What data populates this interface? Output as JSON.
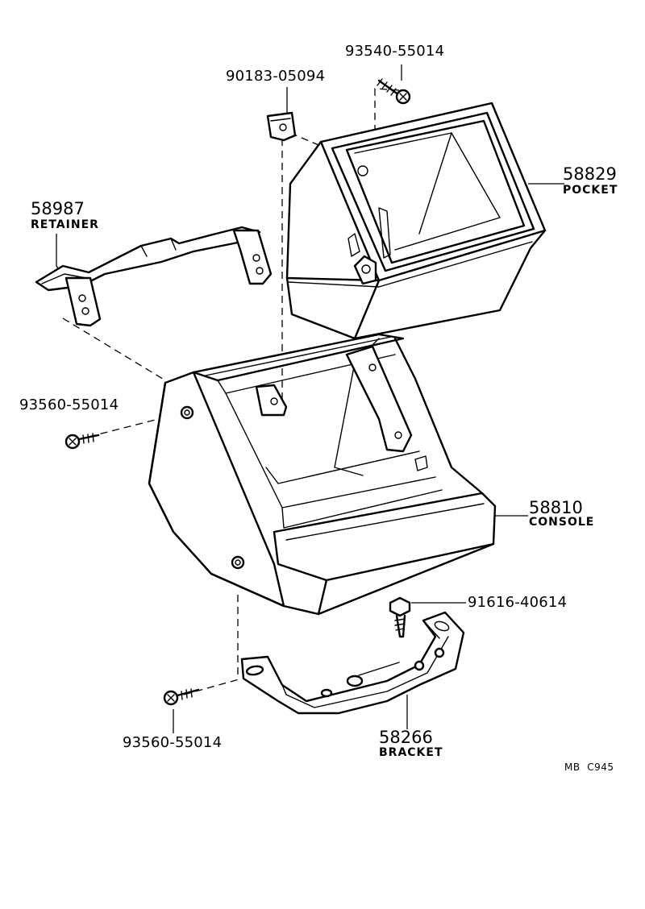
{
  "figure_code": "MB  C945",
  "parts": [
    {
      "id": "clip",
      "number": "90183-05094",
      "name": ""
    },
    {
      "id": "pocket-screw",
      "number": "93540-55014",
      "name": ""
    },
    {
      "id": "pocket",
      "number": "58829",
      "name": "POCKET"
    },
    {
      "id": "retainer",
      "number": "58987",
      "name": "RETAINER"
    },
    {
      "id": "console-screw",
      "number": "93560-55014",
      "name": ""
    },
    {
      "id": "console",
      "number": "58810",
      "name": "CONSOLE"
    },
    {
      "id": "bracket-bolt",
      "number": "91616-40614",
      "name": ""
    },
    {
      "id": "bracket-screw",
      "number": "93560-55014",
      "name": ""
    },
    {
      "id": "bracket",
      "number": "58266",
      "name": "BRACKET"
    }
  ]
}
